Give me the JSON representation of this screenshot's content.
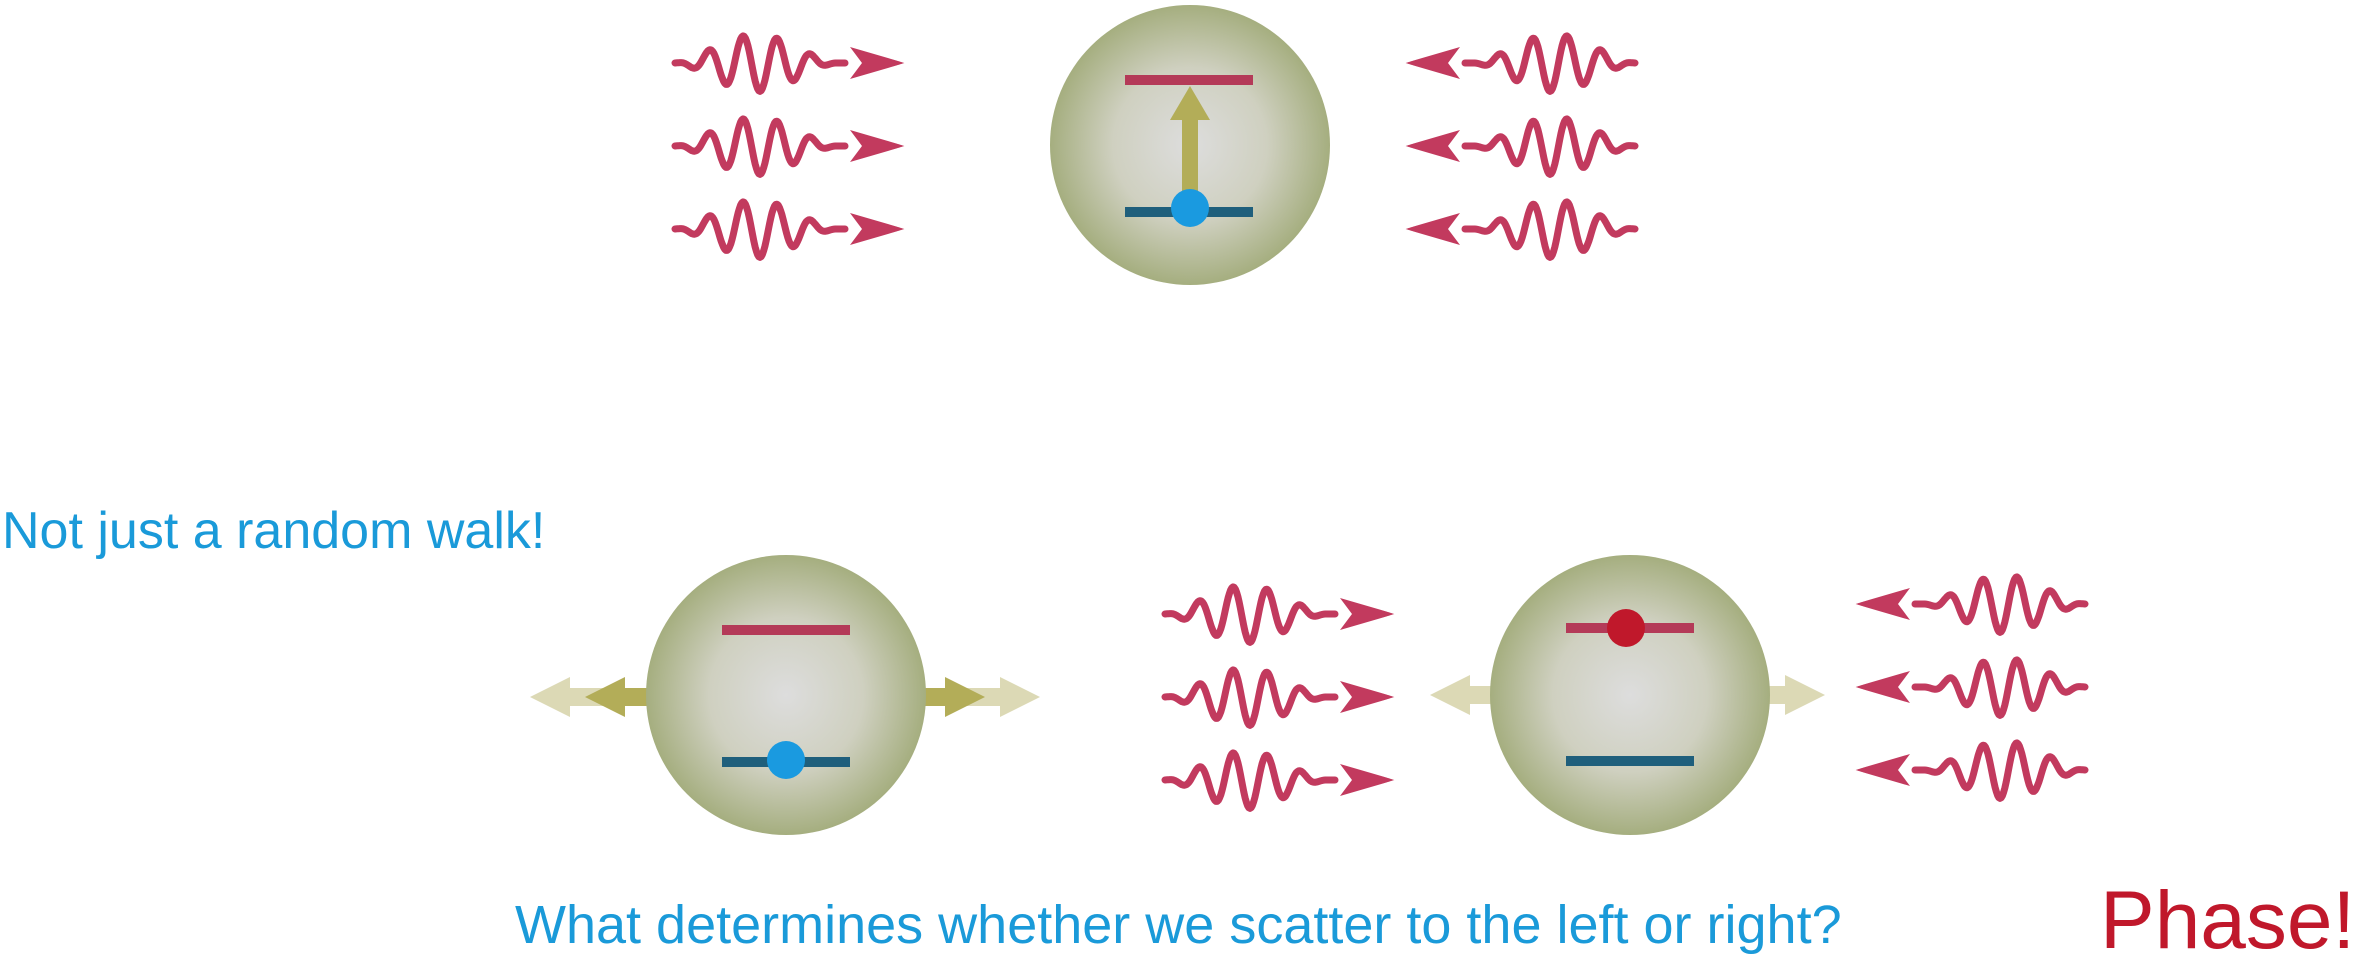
{
  "texts": {
    "note": "Not just a random walk!",
    "question": "What determines whether we scatter to the left or right?",
    "answer": "Phase!"
  },
  "colors": {
    "text_blue": "#1a9ad9",
    "text_red": "#c0182b",
    "photon": "#c23a5e",
    "excited_level": "#b43a58",
    "ground_level": "#1f5f7c",
    "electron_ground": "#1a9ae0",
    "electron_excited": "#c0182b",
    "excitation_arrow": "#b3ad58",
    "recoil_arrow": "#b3ad58",
    "recoil_arrow_faint": "#dcd9b5",
    "atom_center": "#dddddd",
    "atom_edge": "#a5ae7f"
  },
  "panels": [
    {
      "id": "absorption",
      "atom_state": "ground",
      "photons_left": "incoming-from-left",
      "photons_right": "incoming-from-right",
      "excitation_arrow": true
    },
    {
      "id": "recoil",
      "atom_state": "ground",
      "recoil": "both-directions"
    },
    {
      "id": "emission",
      "atom_state": "excited",
      "photons_left": "incoming-from-left",
      "photons_right": "incoming-from-right",
      "recoil": "both-directions-faint"
    }
  ]
}
